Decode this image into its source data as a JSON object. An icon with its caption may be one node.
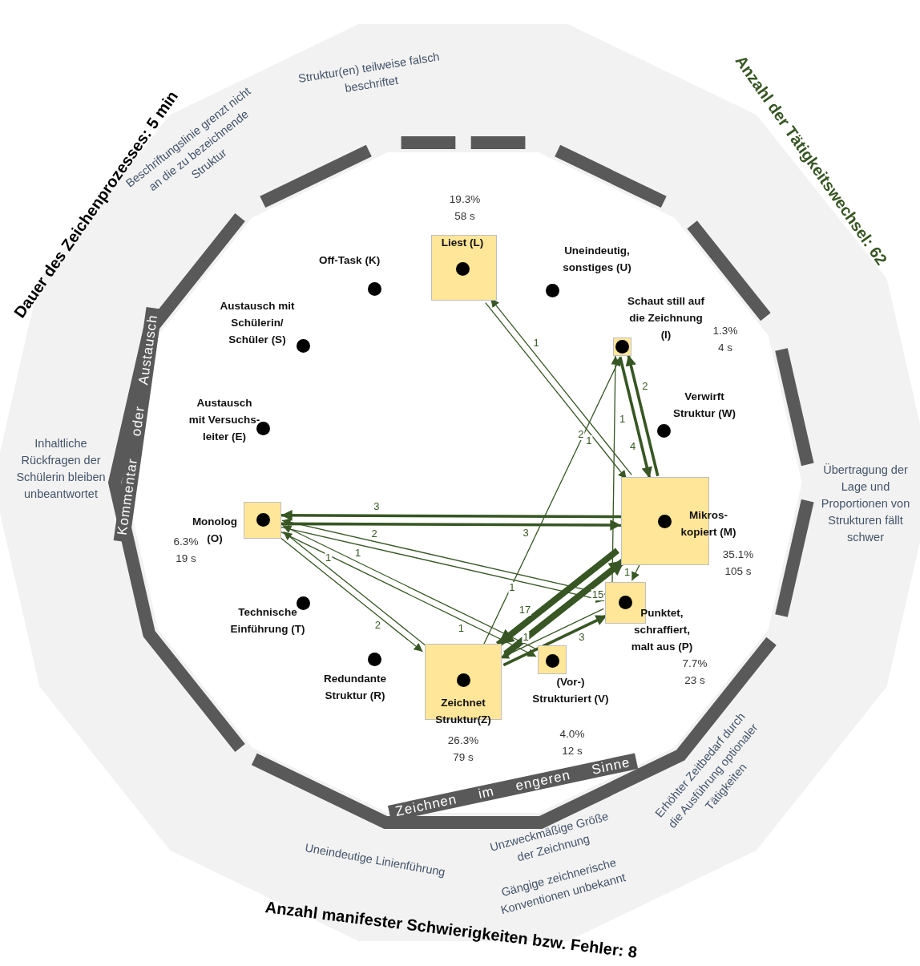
{
  "diagram": {
    "nodes": [
      {
        "text": [
          "Liest (L)"
        ],
        "beside": [
          "19.3%",
          "58 s"
        ]
      },
      {
        "text": [
          "Off-Task (K)"
        ]
      },
      {
        "text": [
          "Uneindeutig, sonstiges (U)"
        ]
      },
      {
        "text": [
          "Austausch mit Schülerin/ Schüler (S)"
        ]
      },
      {
        "text": [
          "Schaut still auf die Zeichnung (I)"
        ],
        "beside": [
          "1.3%",
          "4 s"
        ]
      },
      {
        "text": [
          "Verwirft Struktur (W)"
        ]
      },
      {
        "text": [
          "Austausch mit Versuchs- leiter (E)"
        ]
      },
      {
        "text": [
          "Monolog (O)"
        ],
        "beside": [
          "6.3%",
          "19 s"
        ]
      },
      {
        "text": [
          "Mikros- kopiert (M)"
        ],
        "beside": [
          "35.1%",
          "105 s"
        ]
      },
      {
        "text": [
          "Technische Einführung (T)"
        ]
      },
      {
        "text": [
          "Punktet, schraffiert, malt aus (P)"
        ],
        "beside": [
          "7.7%",
          "23 s"
        ]
      },
      {
        "text": [
          "Redundante Struktur (R)"
        ]
      },
      {
        "text": [
          "Zeichnet Struktur(Z)"
        ],
        "beside": [
          "26.3%",
          "79 s"
        ]
      },
      {
        "text": [
          "(Vor-) Strukturiert (V)"
        ],
        "beside": [
          "4.0%",
          "12 s"
        ]
      }
    ],
    "edges": [
      {
        "from": 8,
        "to": 0,
        "arrow": "to",
        "label": "1"
      },
      {
        "from": 0,
        "to": 8,
        "arrow": "to",
        "label": "2"
      },
      {
        "from": 12,
        "to": 4,
        "arrow": "to",
        "label": "1"
      },
      {
        "from": 10,
        "to": 4,
        "arrow": "to",
        "label": "1"
      },
      {
        "from": 8,
        "to": 4,
        "arrow": "to",
        "label": "2",
        "style": "thick"
      },
      {
        "from": 4,
        "to": 8,
        "arrow": "to",
        "label": "4",
        "style": "thick"
      },
      {
        "from": 8,
        "to": 7,
        "arrow": "to",
        "label": "3",
        "style": "thick"
      },
      {
        "from": 7,
        "to": 8,
        "arrow": "to",
        "label": "3",
        "style": "thick"
      },
      {
        "from": 10,
        "to": 7,
        "arrow": "to",
        "label": "2"
      },
      {
        "from": 7,
        "to": 10,
        "arrow": "to",
        "label": "1"
      },
      {
        "from": 13,
        "to": 7,
        "arrow": "to",
        "label": "1"
      },
      {
        "from": 7,
        "to": 13,
        "arrow": "to",
        "label": "1"
      },
      {
        "from": 12,
        "to": 7,
        "arrow": "to",
        "label": "1"
      },
      {
        "from": 7,
        "to": 12,
        "arrow": "to",
        "label": "2"
      },
      {
        "from": 12,
        "to": 8,
        "arrow": "to",
        "label": "15",
        "style": "thick"
      },
      {
        "from": 8,
        "to": 12,
        "arrow": "to",
        "label": "17",
        "style": "thick"
      },
      {
        "from": 12,
        "to": 10,
        "arrow": "to",
        "label": "3",
        "style": "thick"
      },
      {
        "from": 10,
        "to": 12,
        "arrow": "to",
        "label": "1"
      },
      {
        "from": 8,
        "to": 10,
        "arrow": "to",
        "label": "1"
      }
    ],
    "labels": [
      "Dauer des Zeichenprozesses: 5 min",
      "Struktur(en) teilweise falsch beschriftet",
      "Anzahl der Tätigkeitswechsel: 62",
      "Beschriftungslinie grenzt nicht an die zu bezeichnende Struktur",
      "Kommentar oder Austausch",
      "Inhaltliche Rückfragen der Schülerin bleiben unbeantwortet",
      "Übertragung der Lage und Proportionen von Strukturen fällt schwer",
      "Zeichnen im engeren Sinne",
      "Erhöhter Zeitbedarf durch die Ausführung optionaler Tätigkeiten",
      "Unzweckmäßige Größe der Zeichnung",
      "Uneindeutige Linienführung",
      "Gängige zeichnerische Konventionen unbekannt",
      "Anzahl manifester Schwierigkeiten bzw. Fehler: 8"
    ]
  }
}
